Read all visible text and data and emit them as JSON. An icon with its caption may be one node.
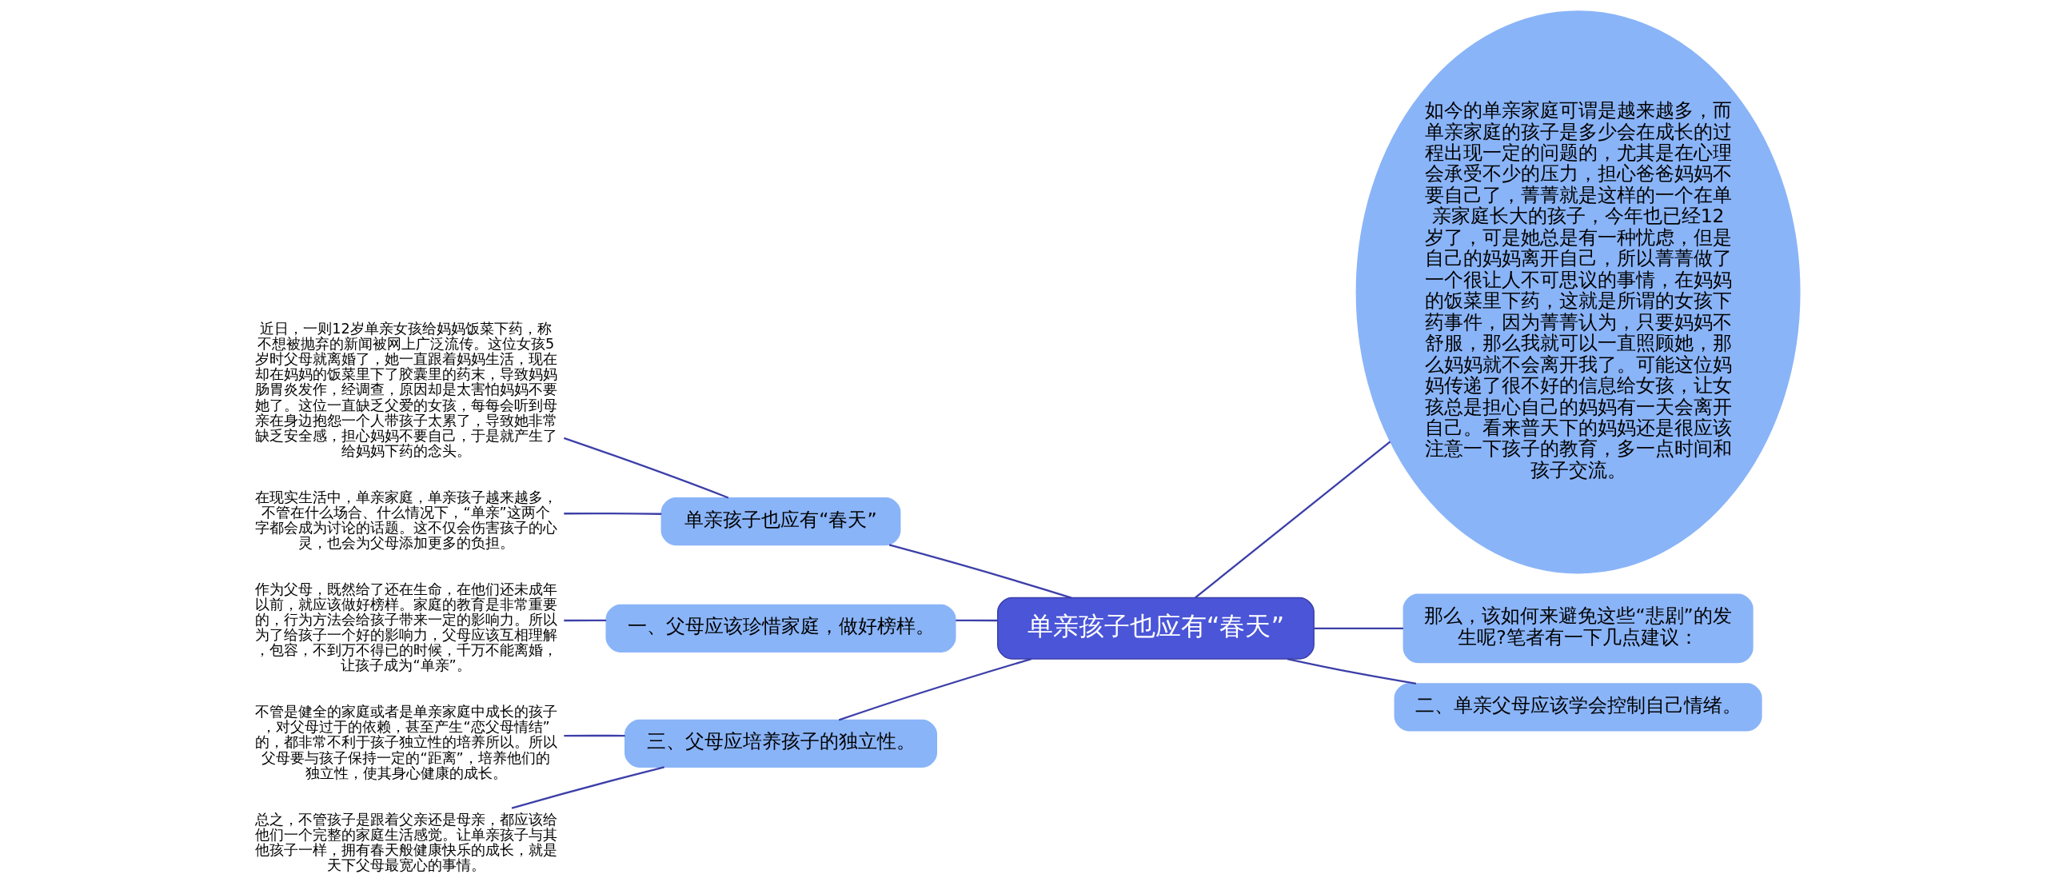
{
  "diagram": {
    "nodes": [
      {
        "text": [
          "单亲孩子也应有“春天”"
        ]
      },
      {
        "text": [
          "单亲孩子也应有“春天”"
        ]
      },
      {
        "text": [
          "近日，一则12岁单亲女孩给妈妈饭菜下药，称不想被抛弃的新闻被网上广泛流传。这位女孩5岁时父母就离婚了，她一直跟着妈妈生活，现在却在妈妈的饭菜里下了胶囊里的药末，导致妈妈肠胃炎发作，经调查，原因却是太害怕妈妈不要她了。这位一直缺乏父爱的女孩，每每会听到母亲在身边抱怨一个人带孩子太累了，导致她非常缺乏安全感，担心妈妈不要自己，于是就产生了给妈妈下药的念头。"
        ]
      },
      {
        "text": [
          "在现实生活中，单亲家庭，单亲孩子越来越多，不管在什么场合、什么情况下，“单亲”这两个字都会成为讨论的话题。这不仅会伤害孩子的心灵，也会为父母添加更多的负担。"
        ]
      },
      {
        "text": [
          "一、父母应该珍惜家庭，做好榜样。"
        ]
      },
      {
        "text": [
          "作为父母，既然给了还在生命，在他们还未成年以前，就应该做好榜样。家庭的教育是非常重要的，行为方法会给孩子带来一定的影响力。所以为了给孩子一个好的影响力，父母应该互相理解，包容，不到万不得已的时候，千万不能离婚，让孩子成为“单亲”。"
        ]
      },
      {
        "text": [
          "三、父母应培养孩子的独立性。"
        ]
      },
      {
        "text": [
          "不管是健全的家庭或者是单亲家庭中成长的孩子，对父母过于的依赖，甚至产生“恋父母情结”的，都非常不利于孩子独立性的培养所以。所以父母要与孩子保持一定的“距离”，培养他们的独立性，使其身心健康的成长。"
        ]
      },
      {
        "text": [
          "总之，不管孩子是跟着父亲还是母亲，都应该给他们一个完整的家庭生活感觉。让单亲孩子与其他孩子一样，拥有春天般健康快乐的成长，就是天下父母最宽心的事情。"
        ]
      },
      {
        "text": [
          "如今的单亲家庭可谓是越来越多，而单亲家庭的孩子是多少会在成长的过程出现一定的问题的，尤其是在心理会承受不少的压力，担心爸爸妈妈不要自己了，菁菁就是这样的一个在单亲家庭长大的孩子，今年也已经12岁了，可是她总是有一种忧虑，但是自己的妈妈离开自己，所以菁菁做了一个很让人不可思议的事情，在妈妈的饭菜里下药，这就是所谓的女孩下药事件，因为菁菁认为，只要妈妈不舒服，那么我就可以一直照顾她，那么妈妈就不会离开我了。可能这位妈妈传递了很不好的信息给女孩，让女孩总是担心自己的妈妈有一天会离开自己。看来普天下的妈妈还是很应该注意一下孩子的教育，多一点时间和孩子交流。"
        ]
      },
      {
        "text": [
          "那么，该如何来避免这些“悲剧”的发生呢?笔者有一下几点建议："
        ]
      },
      {
        "text": [
          "二、单亲父母应该学会控制自己情绪。"
        ]
      }
    ],
    "edges": [
      {
        "from": 0,
        "to": 1,
        "arrow": "none"
      },
      {
        "from": 1,
        "to": 2,
        "arrow": "none"
      },
      {
        "from": 1,
        "to": 3,
        "arrow": "none"
      },
      {
        "from": 0,
        "to": 4,
        "arrow": "none"
      },
      {
        "from": 4,
        "to": 5,
        "arrow": "none"
      },
      {
        "from": 0,
        "to": 6,
        "arrow": "none"
      },
      {
        "from": 6,
        "to": 7,
        "arrow": "none"
      },
      {
        "from": 6,
        "to": 8,
        "arrow": "none"
      },
      {
        "from": 0,
        "to": 9,
        "arrow": "none"
      },
      {
        "from": 0,
        "to": 10,
        "arrow": "none"
      },
      {
        "from": 0,
        "to": 11,
        "arrow": "none"
      }
    ]
  }
}
